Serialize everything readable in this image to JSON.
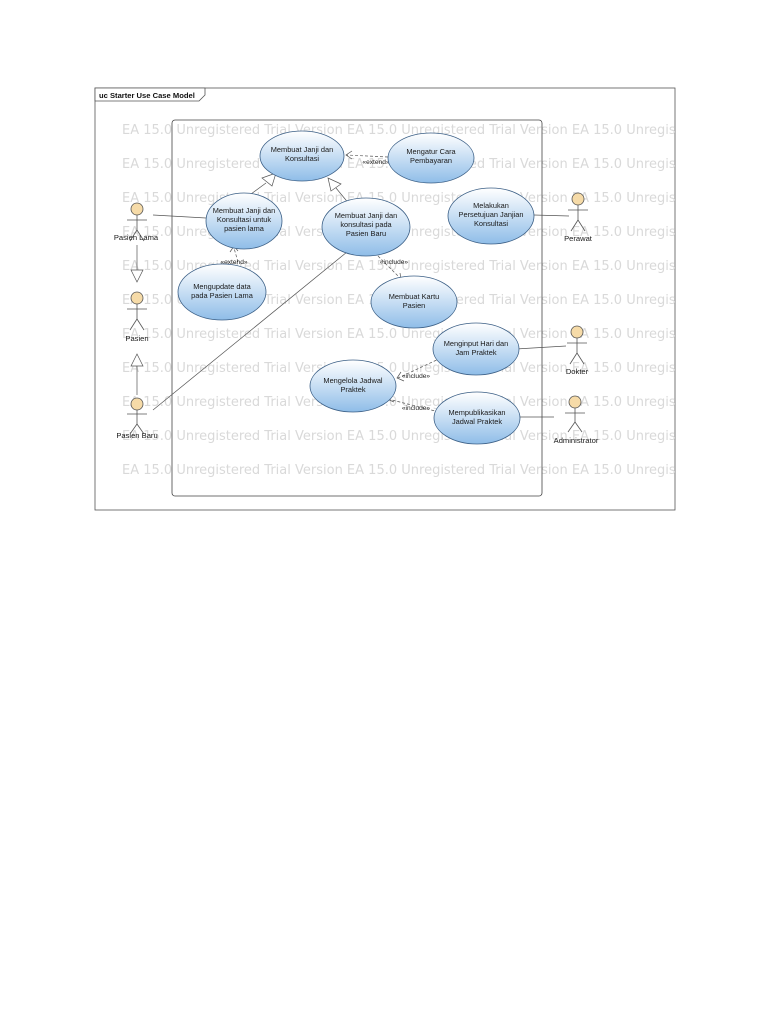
{
  "diagram": {
    "frame_title": "uc Starter Use Case Model",
    "watermark_row": "EA 15.0 Unregistered Trial Version EA 15.0 Unregistered Trial Version EA 15.0 Unregistered Trial Version EA 15.0 Unregistered Trial Version",
    "colors": {
      "usecase_fill_top": "#ffffff",
      "usecase_fill_bottom": "#8fbde8",
      "usecase_stroke": "#3b5f86",
      "actor_head": "#f6dba8",
      "line": "#555555"
    }
  },
  "actors": {
    "pasien_lama": "Pasien Lama",
    "pasien": "Pasien",
    "pasien_baru": "Pasien Baru",
    "perawat": "Perawat",
    "dokter": "Dokter",
    "administrator": "Administrator"
  },
  "usecases": {
    "uc1": [
      "Membuat Janji dan",
      "Konsultasi"
    ],
    "uc2": [
      "Mengatur Cara",
      "Pembayaran"
    ],
    "uc3": [
      "Membuat Janji dan",
      "Konsultasi untuk",
      "pasien lama"
    ],
    "uc4": [
      "Membuat Janji dan",
      "konsultasi pada",
      "Pasien Baru"
    ],
    "uc5": [
      "Melakukan",
      "Persetujuan Janjian",
      "Konsultasi"
    ],
    "uc6": [
      "Mengupdate data",
      "pada Pasien Lama"
    ],
    "uc7": [
      "Membuat Kartu",
      "Pasien"
    ],
    "uc8": [
      "Menginput Hari dan",
      "Jam Praktek"
    ],
    "uc9": [
      "Mengelola Jadwal",
      "Praktek"
    ],
    "uc10": [
      "Mempublikasikan",
      "Jadwal Praktek"
    ]
  },
  "stereotypes": {
    "extend_1": "«extend»",
    "extend_2": "«extend»",
    "include_1": "«include»",
    "include_2": "«include»",
    "include_3": "«include»"
  }
}
